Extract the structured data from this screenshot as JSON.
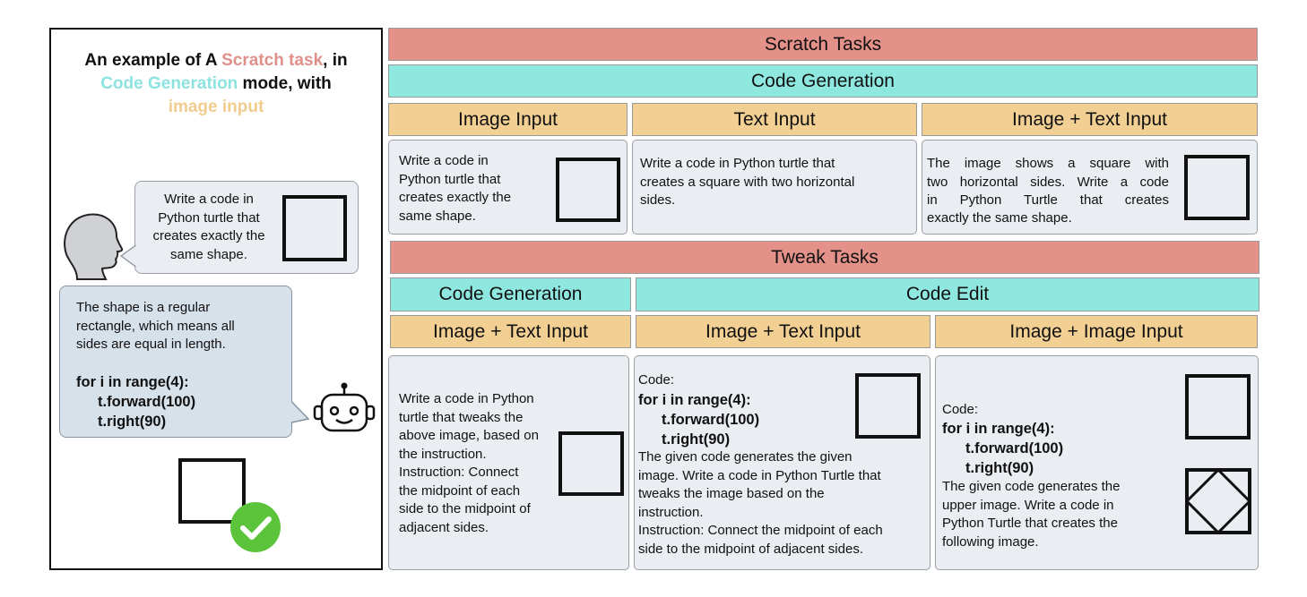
{
  "left": {
    "title_line1_a": "An example of A ",
    "title_line1_b": "Scratch task",
    "title_line1_c": ", in",
    "title_line2_a": "Code Generation",
    "title_line2_b": " mode, with",
    "title_line3": "image input",
    "user_prompt": [
      "Write a code in",
      "Python turtle that",
      "creates exactly the",
      "same shape."
    ],
    "bot_text": [
      "The shape is a regular",
      "rectangle, which means all",
      "sides are equal in length."
    ],
    "bot_code": [
      "for i in range(4):",
      "t.forward(100)",
      "t.right(90)"
    ]
  },
  "scratch": {
    "header": "Scratch Tasks",
    "mode": "Code Generation",
    "inputs": [
      "Image Input",
      "Text Input",
      "Image + Text Input"
    ],
    "card1": [
      "Write a code in",
      "Python turtle that",
      "creates exactly the",
      "same shape."
    ],
    "card2": [
      "Write a code in Python turtle that",
      "creates a square with two horizontal",
      "sides."
    ],
    "card3": [
      "The image shows a square with",
      "two horizontal sides. Write a code",
      "in Python Turtle that creates",
      "exactly the same shape."
    ]
  },
  "tweak": {
    "header": "Tweak Tasks",
    "mode1": "Code Generation",
    "mode2": "Code Edit",
    "inputs": [
      "Image + Text Input",
      "Image + Text Input",
      "Image + Image Input"
    ],
    "card1": [
      "Write a code in Python",
      "turtle that tweaks the",
      "above image, based on",
      "the instruction.",
      "Instruction: Connect",
      "the midpoint of each",
      "side to the midpoint of",
      "adjacent sides."
    ],
    "card2_label": "Code:",
    "card2_code": [
      "for i in range(4):",
      "t.forward(100)",
      "t.right(90)"
    ],
    "card2_text": [
      "The given code generates the given",
      "image. Write a code in Python Turtle that",
      "tweaks the image based on the",
      "instruction.",
      "Instruction: Connect the midpoint of each",
      "side to the midpoint of adjacent sides."
    ],
    "card3_label": "Code:",
    "card3_code": [
      "for i in range(4):",
      "t.forward(100)",
      "t.right(90)"
    ],
    "card3_text": [
      "The given code generates the",
      "upper image. Write a code in",
      "Python Turtle that creates the",
      "following image."
    ]
  },
  "colors": {
    "scratch_red": "#e4918a",
    "code_cyan": "#8fe8e0",
    "input_orange": "#f2cf92",
    "check_green": "#5cc43a"
  }
}
